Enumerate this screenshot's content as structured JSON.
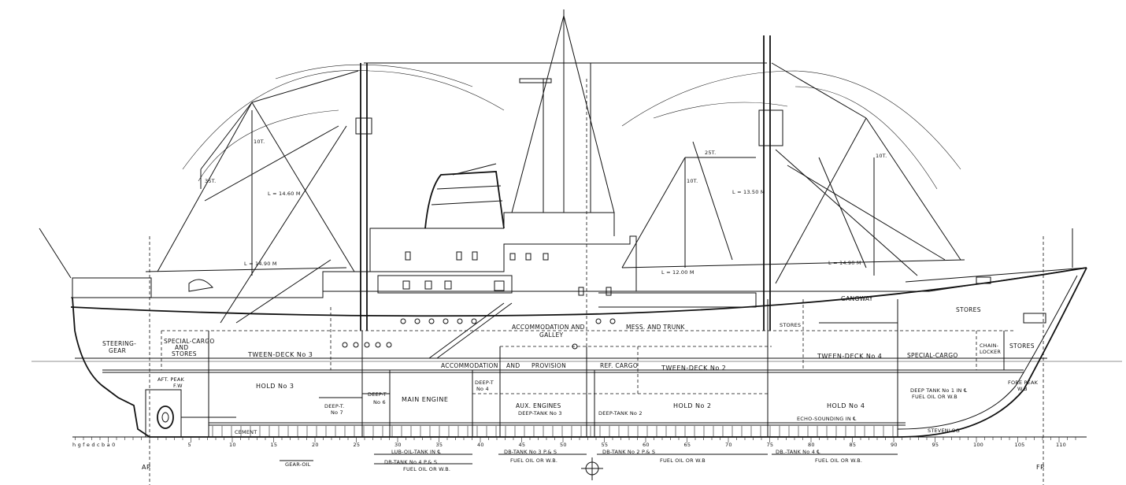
{
  "compartments": {
    "steering_gear": [
      "STEERING-",
      "GEAR"
    ],
    "special_cargo_aft": [
      "SPECIAL-CARGO",
      "AND",
      "STORES"
    ],
    "tween_deck_3": "TWEEN-DECK No 3",
    "aft_peak": [
      "AFT. PEAK",
      "F.W"
    ],
    "hold_3": "HOLD No 3",
    "deep_t_6": [
      "DEEP-T",
      "No 6"
    ],
    "deep_t_7": [
      "DEEP-T.",
      "No 7"
    ],
    "main_engine": "MAIN ENGINE",
    "deep_t_4": [
      "DEEP-T",
      "No 4"
    ],
    "aux_engines": "AUX. ENGINES",
    "deep_tank_3": "DEEP-TANK No 3",
    "deep_tank_2": "DEEP-TANK No 2",
    "hold_2": "HOLD No 2",
    "hold_4": "HOLD No 4",
    "accommodation": "ACCOMMODATION",
    "and": "AND",
    "provision": "PROVISION",
    "ref_cargo": "REF. CARGO",
    "tween_deck_2": "TWEEN-DECK No 2",
    "tween_deck_4": "TWEEN-DECK No 4",
    "special_cargo_fwd": "SPECIAL-CARGO",
    "chain_locker": [
      "CHAIN-",
      "LOCKER"
    ],
    "stores_fwd_low": "STORES",
    "stores_fwd_high": "STORES",
    "stores_mid": "STORES",
    "accommodation_galley": [
      "ACCOMMODATION  AND",
      "GALLEY"
    ],
    "mess_trunk": "MESS. AND TRUNK",
    "gangway": "GANGWAY",
    "deep_tank_1": [
      "DEEP TANK No 1 IN ℄",
      "FUEL OIL OR W.B"
    ],
    "fore_peak": [
      "FORE PEAK",
      "W.B"
    ],
    "echo_sounding": "ECHO-SOUNDING IN ℄",
    "stevenlog": "STEVENLOG",
    "cement": "CEMENT"
  },
  "derricks": {
    "aft_swl": "35T.",
    "aft_mast_swl": "10T.",
    "aft_long": "L = 14.60 M",
    "aft_boom": "L = 14.90 M",
    "mid_swl": "10T.",
    "mid_boom": "L = 12.00 M",
    "fwd_swl_a": "25T.",
    "fwd_mast_long": "L = 13.50 M",
    "fwd_swl_b": "10T.",
    "fwd_boom": "L = 14.90 M"
  },
  "baseline": {
    "letters": "h g f e d c b a 0",
    "frames": [
      "5",
      "10",
      "15",
      "20",
      "25",
      "30",
      "35",
      "40",
      "45",
      "50",
      "55",
      "60",
      "65",
      "70",
      "75",
      "80",
      "85",
      "90",
      "95",
      "100",
      "105",
      "110"
    ],
    "ap": "AP",
    "fp": "FP"
  },
  "tank_notes": {
    "gear_oil": "GEAR-OIL",
    "lub_oil": "LUB-OIL-TANK IN ℄",
    "db4": "DB-TANK No 4 P.& S",
    "db4_fuel": "FUEL OIL OR W.B.",
    "db3": "DB-TANK No 3 P.& S",
    "db3_fuel": "FUEL OIL OR W.B.",
    "db2": "DB-TANK No 2 P.& S",
    "db2_fuel": "FUEL OIL OR W.B",
    "db1": "DB.-TANK No 4 ℄",
    "db1_fuel": "FUEL OIL OR W.B."
  }
}
